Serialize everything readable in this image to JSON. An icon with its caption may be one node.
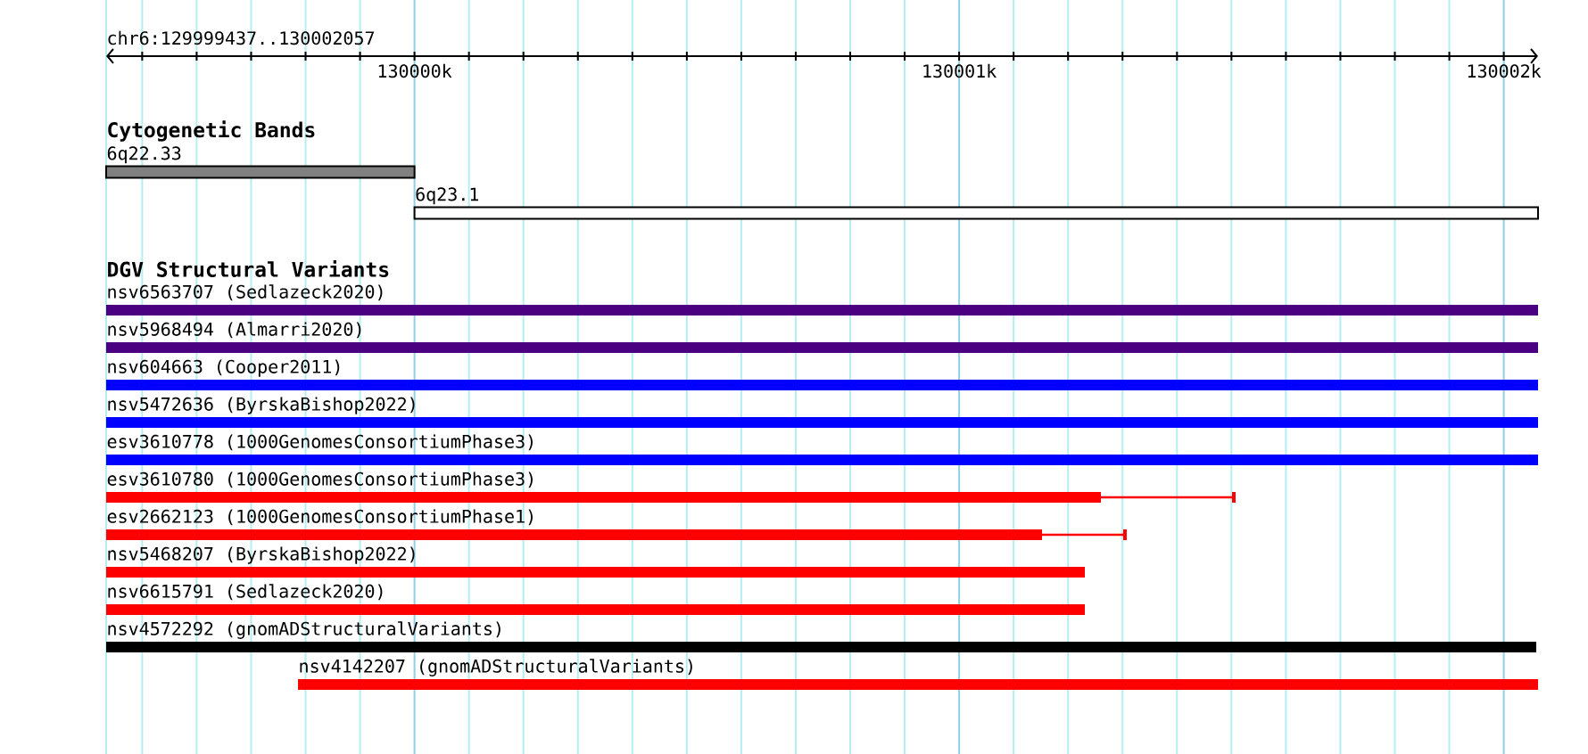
{
  "diagram": {
    "nodes": [
      {
        "text": [
          "6q22.33"
        ]
      },
      {
        "text": [
          "6q23.1"
        ]
      },
      {
        "text": [
          "nsv6563707 (Sedlazeck2020)"
        ]
      },
      {
        "text": [
          "nsv5968494 (Almarri2020)"
        ]
      },
      {
        "text": [
          "nsv604663 (Cooper2011)"
        ]
      },
      {
        "text": [
          "nsv5472636 (ByrskaBishop2022)"
        ]
      },
      {
        "text": [
          "esv3610778 (1000GenomesConsortiumPhase3)"
        ]
      },
      {
        "text": [
          "esv3610780 (1000GenomesConsortiumPhase3)"
        ]
      },
      {
        "text": [
          "esv2662123 (1000GenomesConsortiumPhase1)"
        ]
      },
      {
        "text": [
          "nsv5468207 (ByrskaBishop2022)"
        ]
      },
      {
        "text": [
          "nsv6615791 (Sedlazeck2020)"
        ]
      },
      {
        "text": [
          "nsv4572292 (gnomADStructuralVariants)"
        ]
      },
      {
        "text": [
          "nsv4142207 (gnomADStructuralVariants)"
        ]
      }
    ],
    "labels": [
      "chr6:129999437..130002057",
      "130000k",
      "130001k",
      "130002k",
      "Cytogenetic Bands",
      "DGV Structural Variants"
    ]
  }
}
